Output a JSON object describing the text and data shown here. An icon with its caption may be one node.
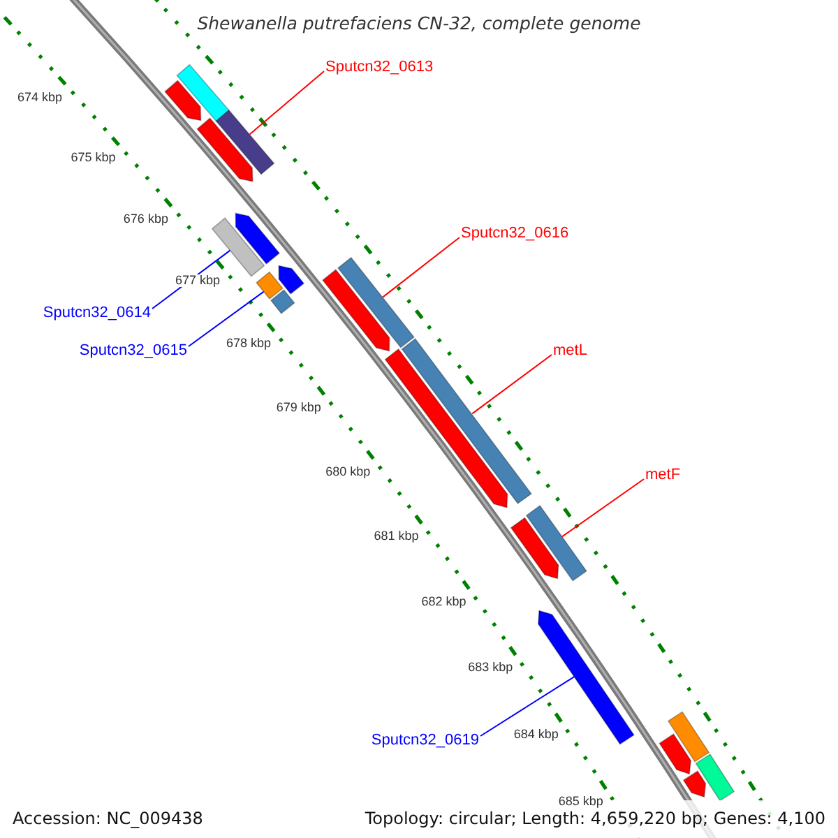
{
  "diagram": {
    "title": "Shewanella putrefaciens CN-32, complete genome",
    "nodes": [
      {
        "text": [
          "Sputcn32_0613"
        ]
      },
      {
        "text": [
          "Sputcn32_0616"
        ]
      },
      {
        "text": [
          "Sputcn32_0614"
        ]
      },
      {
        "text": [
          "metL"
        ]
      },
      {
        "text": [
          "Sputcn32_0615"
        ]
      },
      {
        "text": [
          "metF"
        ]
      },
      {
        "text": [
          "Sputcn32_0619"
        ]
      },
      {
        "text": [],
        "shape": "bar"
      },
      {
        "text": [],
        "shape": "bar"
      },
      {
        "text": [],
        "shape": "arrow"
      },
      {
        "text": [],
        "shape": "arrow"
      },
      {
        "text": [],
        "shape": "arrow"
      },
      {
        "text": [],
        "shape": "bar"
      },
      {
        "text": [],
        "shape": "arrow"
      },
      {
        "text": [],
        "shape": "bar"
      },
      {
        "text": [],
        "shape": "bar"
      },
      {
        "text": [],
        "shape": "arrow"
      },
      {
        "text": [],
        "shape": "bar"
      },
      {
        "text": [],
        "shape": "bar"
      },
      {
        "text": [],
        "shape": "arrow"
      },
      {
        "text": [],
        "shape": "arrow"
      },
      {
        "text": [],
        "shape": "bar"
      },
      {
        "text": [],
        "shape": "arrow"
      },
      {
        "text": [],
        "shape": "bar"
      },
      {
        "text": [],
        "shape": "bar"
      },
      {
        "text": [],
        "shape": "arrow"
      },
      {
        "text": [],
        "shape": "arrow"
      }
    ],
    "edges": [
      {
        "from": 0,
        "to": 8,
        "arrow": "none"
      },
      {
        "from": 1,
        "to": 17,
        "arrow": "none"
      },
      {
        "from": 2,
        "to": 12,
        "arrow": "none",
        "color": "#0000ff"
      },
      {
        "from": 3,
        "to": 18,
        "arrow": "none"
      },
      {
        "from": 4,
        "to": 14,
        "arrow": "none",
        "color": "#0000ff"
      },
      {
        "from": 5,
        "to": 21,
        "arrow": "none"
      },
      {
        "from": 6,
        "to": 22,
        "arrow": "none",
        "color": "#0000ff"
      }
    ],
    "labels": [
      "674 kbp",
      "675 kbp",
      "676 kbp",
      "677 kbp",
      "678 kbp",
      "679 kbp",
      "680 kbp",
      "681 kbp",
      "682 kbp",
      "683 kbp",
      "684 kbp",
      "685 kbp",
      "Accession: NC_009438",
      "Topology: circular; Length: 4,659,220 bp; Genes: 4,100"
    ]
  }
}
